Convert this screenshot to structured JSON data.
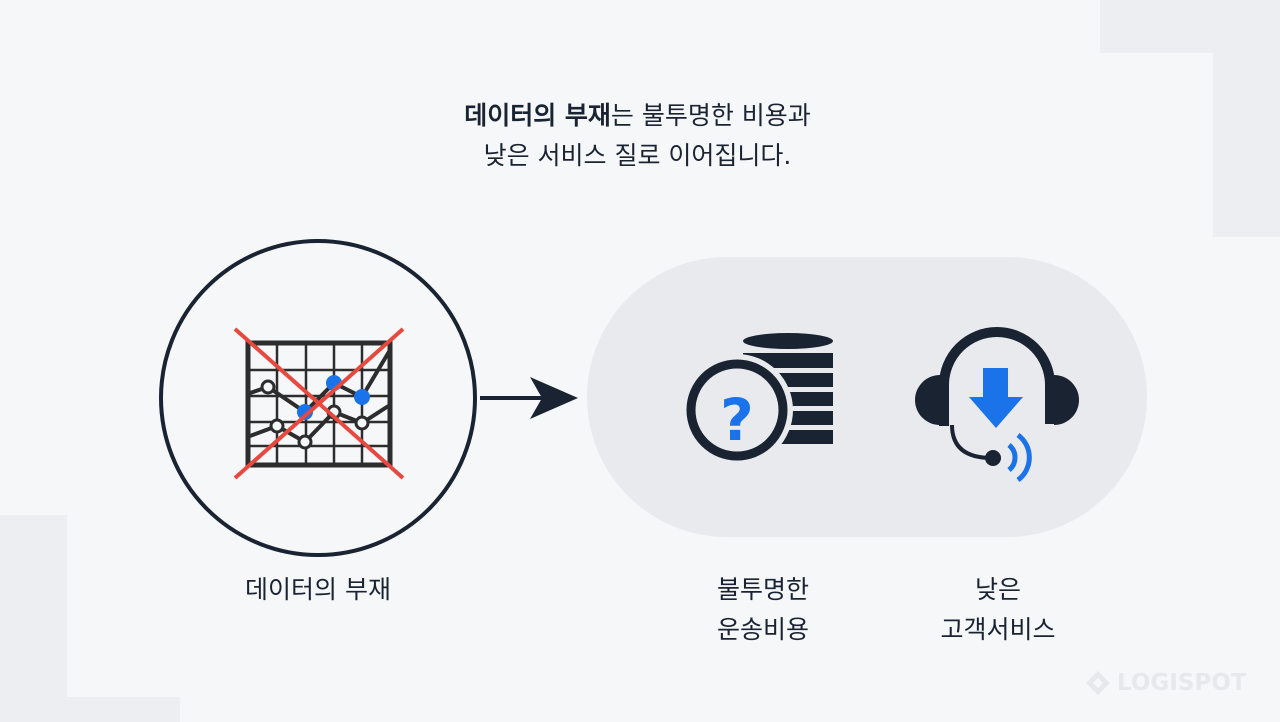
{
  "title": {
    "bold": "데이터의 부재",
    "rest_line1": "는 불투명한 비용과",
    "line2": "낮은 서비스 질로 이어집니다."
  },
  "labels": {
    "no_data": "데이터의 부재",
    "cost_line1": "불투명한",
    "cost_line2": "운송비용",
    "service_line1": "낮은",
    "service_line2": "고객서비스"
  },
  "logo": "LOGISPOT",
  "colors": {
    "dark": "#1a2332",
    "blue": "#1a73e8",
    "red": "#e8493f",
    "pill": "#e8eaed",
    "background": "#f5f7f9"
  }
}
